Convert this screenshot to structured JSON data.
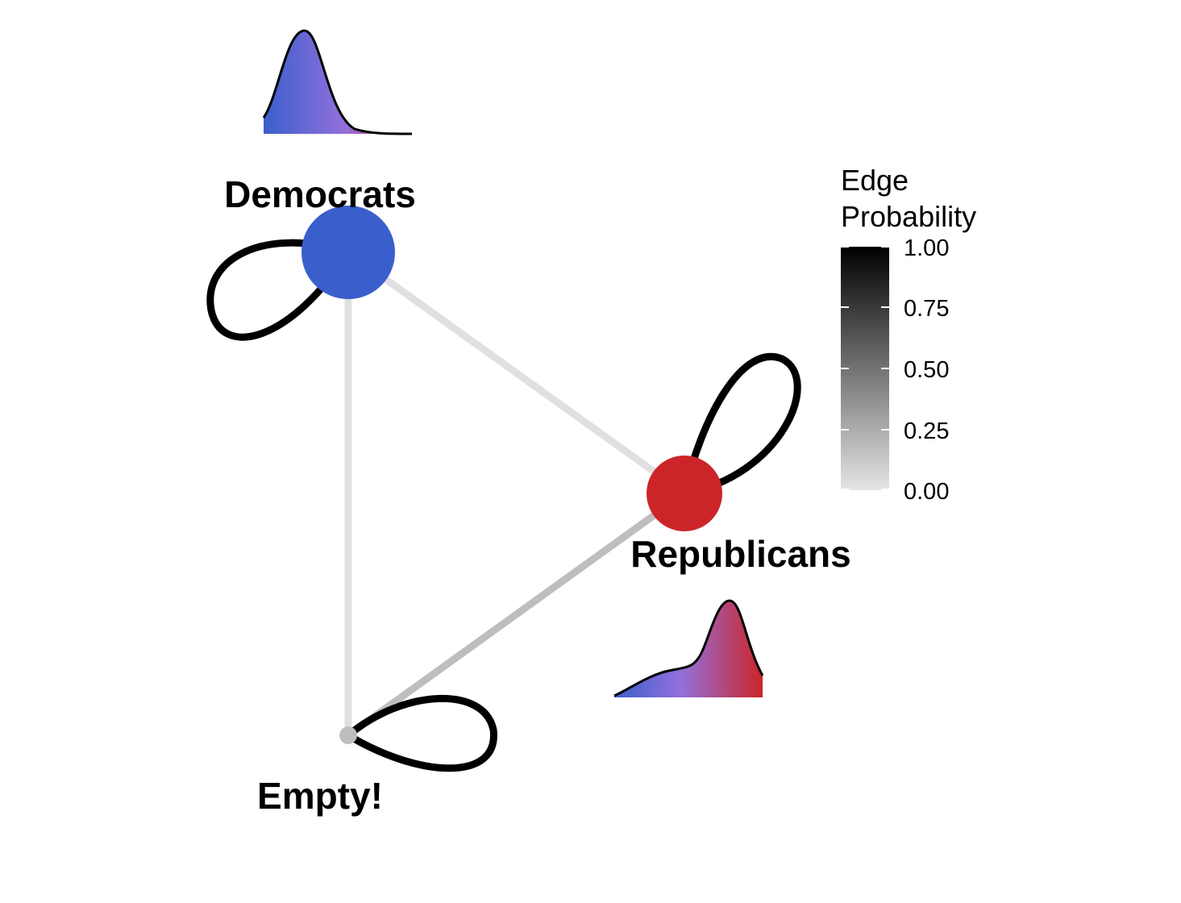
{
  "graph": {
    "nodes": [
      {
        "id": "dem",
        "label": "Democrats",
        "color": "#3A5FCD"
      },
      {
        "id": "rep",
        "label": "Republicans",
        "color": "#CC2529"
      },
      {
        "id": "empty",
        "label": "Empty!",
        "color": "#BEBEBE"
      }
    ],
    "edges": [
      {
        "from": "dem",
        "to": "dem",
        "probability": 1.0
      },
      {
        "from": "rep",
        "to": "rep",
        "probability": 1.0
      },
      {
        "from": "empty",
        "to": "empty",
        "probability": 1.0
      },
      {
        "from": "dem",
        "to": "rep",
        "probability": 0.05
      },
      {
        "from": "dem",
        "to": "empty",
        "probability": 0.05
      },
      {
        "from": "rep",
        "to": "empty",
        "probability": 0.25
      }
    ],
    "distributions": {
      "gradient_colors": [
        "#3A5FCD",
        "#9370DB",
        "#CC2529"
      ]
    }
  },
  "legend": {
    "title_line1": "Edge",
    "title_line2": "Probability",
    "ticks": [
      "1.00",
      "0.75",
      "0.50",
      "0.25",
      "0.00"
    ],
    "color_high": "#000000",
    "color_low": "#E5E5E5"
  }
}
